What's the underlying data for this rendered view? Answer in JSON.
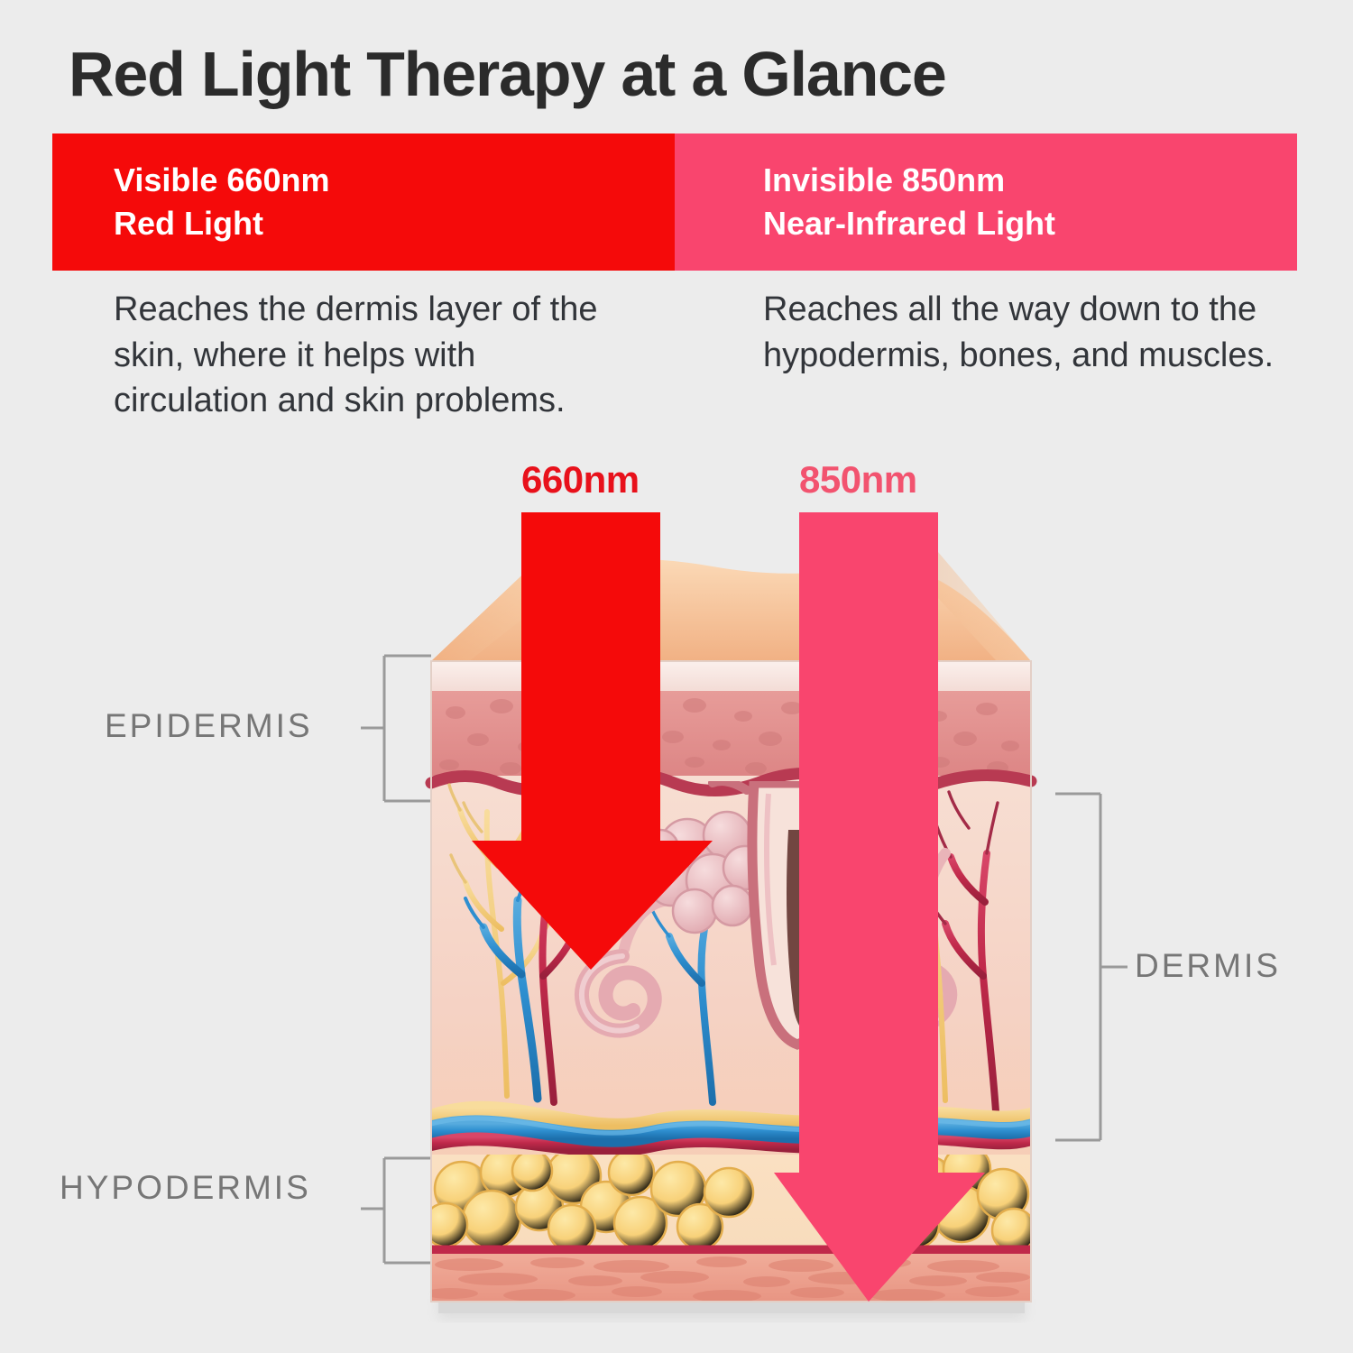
{
  "page": {
    "title": "Red Light Therapy at a Glance",
    "background_color": "#ececec"
  },
  "columns": [
    {
      "id": "visible-red",
      "header_line1": "Visible 660nm",
      "header_line2": "Red Light",
      "header_color": "#F50A0A",
      "description": "Reaches the dermis layer of the skin, where it helps with circulation and skin problems.",
      "arrow_label": "660nm",
      "arrow_color": "#F50A0A",
      "label_color": "#E8111B"
    },
    {
      "id": "near-infrared",
      "header_line1": "Invisible 850nm",
      "header_line2": "Near-Infrared Light",
      "header_color": "#F9456E",
      "description": "Reaches all the way down to the hypodermis, bones, and muscles.",
      "arrow_label": "850nm",
      "arrow_color": "#F9456E",
      "label_color": "#F2536F"
    }
  ],
  "skin_layers": [
    {
      "id": "epidermis",
      "label": "EPIDERMIS",
      "side": "left"
    },
    {
      "id": "dermis",
      "label": "DERMIS",
      "side": "right"
    },
    {
      "id": "hypodermis",
      "label": "HYPODERMIS",
      "side": "left"
    }
  ],
  "diagram": {
    "type": "skin-cross-section",
    "label_color": "#767676",
    "bracket_color": "#9a9a9a",
    "features": [
      "stratum-corneum",
      "epidermis-speckled",
      "dermis",
      "hair-follicle",
      "sebaceous-gland",
      "sweat-gland",
      "nerve-fibers",
      "artery",
      "vein",
      "fat-globules",
      "muscle"
    ],
    "colors": {
      "surface": "#F7C9A4",
      "stratum": "#F6E4E0",
      "epidermis": "#E18B8B",
      "dermis": "#F4D3C8",
      "fat": "#F8D47A",
      "muscle": "#EDA291",
      "artery": "#C0294A",
      "vein": "#2E8FD0",
      "nerve": "#F2CE7A"
    }
  }
}
